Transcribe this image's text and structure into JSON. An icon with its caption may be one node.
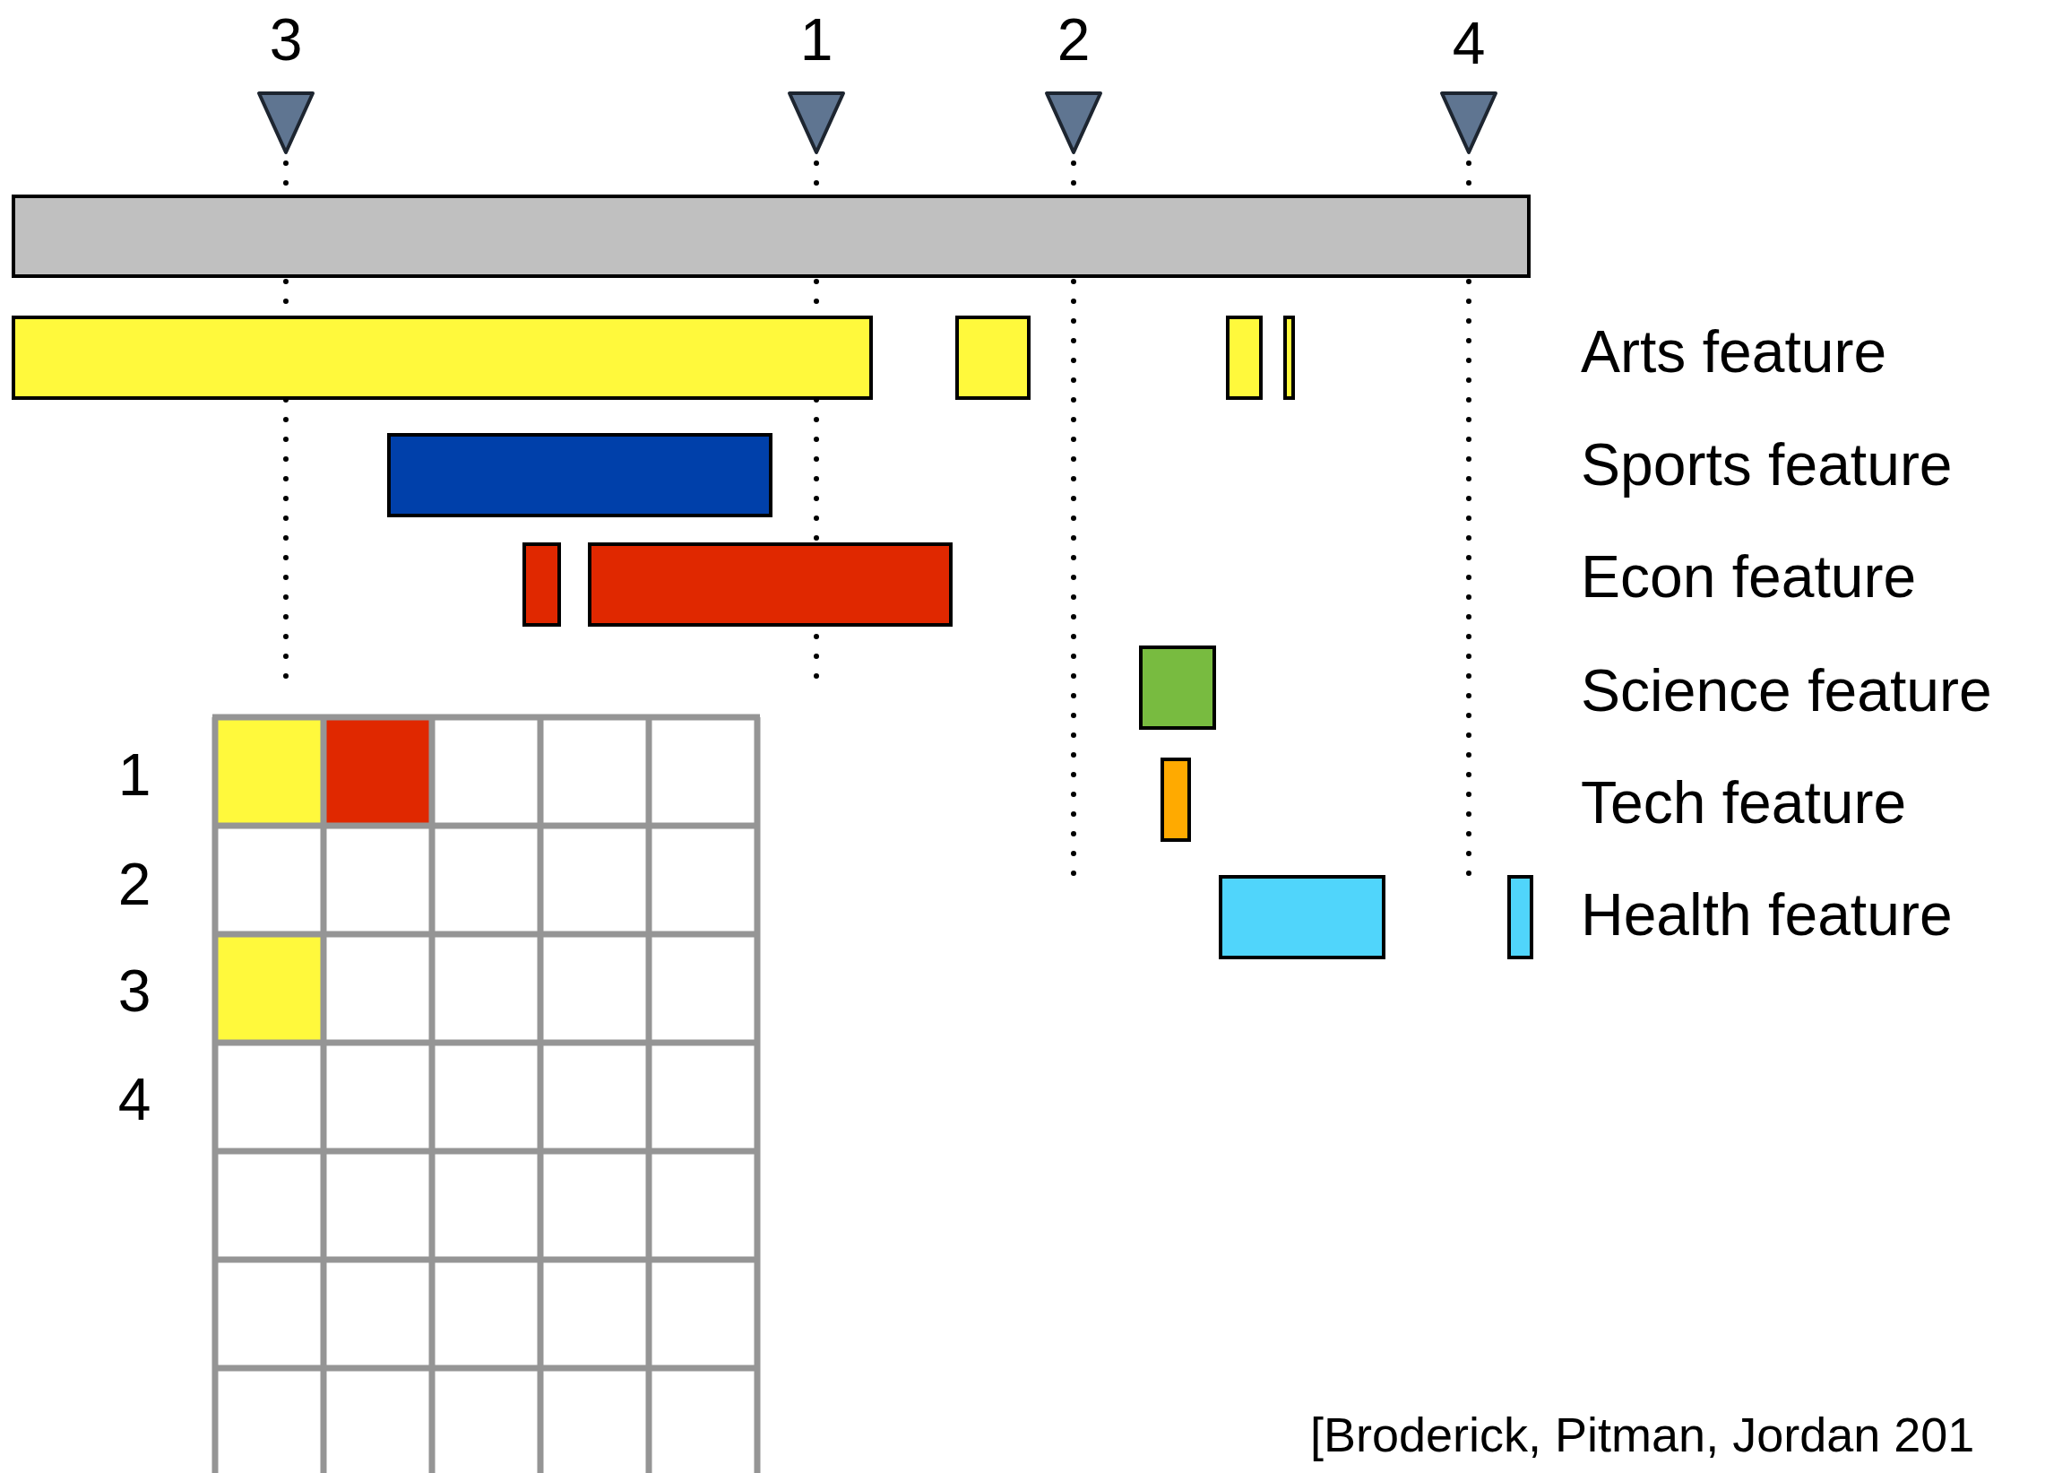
{
  "diagram": {
    "labels": [
      "3",
      "1",
      "2",
      "4",
      "Arts feature",
      "Sports feature",
      "Econ feature",
      "Science feature",
      "1",
      "Tech feature",
      "2",
      "Health feature",
      "3",
      "4",
      "[Broderick, Pitman, Jordan 201"
    ]
  }
}
